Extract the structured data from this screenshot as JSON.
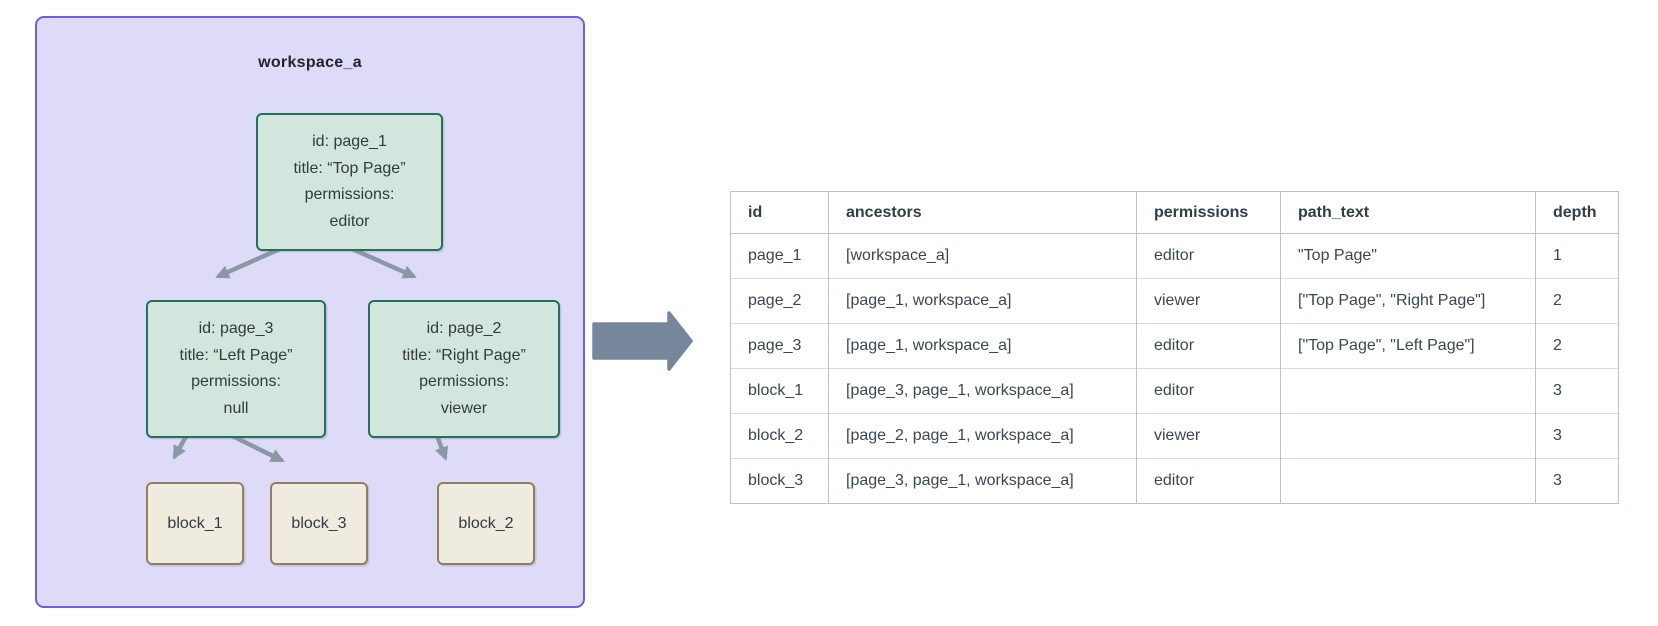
{
  "colors": {
    "workspace_fill": "#DEDBF9",
    "workspace_border": "#6C5FE0",
    "page_fill": "#D3E6DD",
    "page_border": "#25705B",
    "block_fill": "#EFEBDF",
    "block_border": "#8F8160",
    "edge_color": "#8B99A6",
    "flow_arrow_color": "#76879B",
    "table_border": "#B7C2CA",
    "table_row_border": "#D6DDE2",
    "table_text": "#3A4651",
    "table_header_text": "#323D48",
    "node_text": "#333A40",
    "title_text": "#1E2428"
  },
  "diagram": {
    "title": "workspace_a",
    "pages": [
      {
        "name": "page_1",
        "lines": [
          "id: page_1",
          "title: “Top Page”",
          "permissions:",
          "editor"
        ]
      },
      {
        "name": "page_3",
        "lines": [
          "id: page_3",
          "title: “Left Page”",
          "permissions:",
          "null"
        ]
      },
      {
        "name": "page_2",
        "lines": [
          "id: page_2",
          "title: “Right Page”",
          "permissions:",
          "viewer"
        ]
      }
    ],
    "blocks": [
      {
        "label": "block_1"
      },
      {
        "label": "block_3"
      },
      {
        "label": "block_2"
      }
    ]
  },
  "flow_arrow": {
    "icon": "right-arrow"
  },
  "table": {
    "headers": [
      "id",
      "ancestors",
      "permissions",
      "path_text",
      "depth"
    ],
    "rows": [
      [
        "page_1",
        "[workspace_a]",
        "editor",
        "\"Top Page\"",
        "1"
      ],
      [
        "page_2",
        "[page_1, workspace_a]",
        "viewer",
        "[\"Top Page\", \"Right Page\"]",
        "2"
      ],
      [
        "page_3",
        "[page_1, workspace_a]",
        "editor",
        "[\"Top Page\", \"Left Page\"]",
        "2"
      ],
      [
        "block_1",
        "[page_3, page_1, workspace_a]",
        "editor",
        "",
        "3"
      ],
      [
        "block_2",
        "[page_2, page_1, workspace_a]",
        "viewer",
        "",
        "3"
      ],
      [
        "block_3",
        "[page_3, page_1, workspace_a]",
        "editor",
        "",
        "3"
      ]
    ]
  }
}
